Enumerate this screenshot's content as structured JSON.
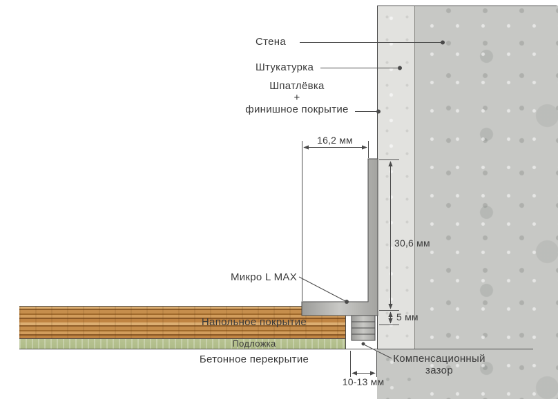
{
  "labels": {
    "wall": "Стена",
    "plaster": "Штукатурка",
    "putty_l1": "Шпатлёвка",
    "putty_l2": "+",
    "putty_l3": "финишное покрытие",
    "profile": "Микро L MAX",
    "floor": "Напольное покрытие",
    "underlay": "Подложка",
    "slab": "Бетонное перекрытие",
    "gap_l1": "Компенсационный",
    "gap_l2": "зазор"
  },
  "dimensions": {
    "profile_width": "16,2 мм",
    "profile_height": "30,6 мм",
    "profile_base": "5 мм",
    "gap": "10-13 мм"
  },
  "colors": {
    "line": "#4a4a4a",
    "concrete": "#c7c8c5",
    "plaster": "#e2e2df",
    "underlay": "#b7c392",
    "wood": "#c28a4a",
    "aluminum": "#b5b5b2"
  }
}
